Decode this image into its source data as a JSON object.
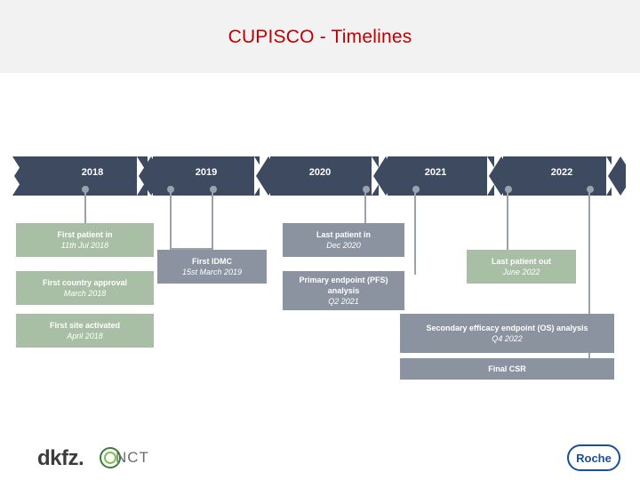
{
  "slide": {
    "title": "CUPISCO - Timelines"
  },
  "timeline": {
    "years": [
      {
        "label": "2018"
      },
      {
        "label": "2019"
      },
      {
        "label": "2020"
      },
      {
        "label": "2021"
      },
      {
        "label": "2022"
      }
    ]
  },
  "milestones": [
    {
      "title": "First patient in",
      "sub": "11th Jul 2018",
      "color": "green"
    },
    {
      "title": "First country approval",
      "sub": "March 2018",
      "color": "green"
    },
    {
      "title": "First site activated",
      "sub": "April 2018",
      "color": "green"
    },
    {
      "title": "First IDMC",
      "sub": "15st March 2019",
      "color": "gray"
    },
    {
      "title": "Last patient in",
      "sub": "Dec 2020",
      "color": "gray"
    },
    {
      "title": "Primary endpoint (PFS) analysis",
      "sub": "Q2 2021",
      "color": "gray"
    },
    {
      "title": "Last patient out",
      "sub": "June 2022",
      "color": "green"
    },
    {
      "title": "Secondary efficacy endpoint (OS) analysis",
      "sub": "Q4 2022",
      "color": "gray"
    },
    {
      "title": "Final CSR",
      "sub": "",
      "color": "gray"
    }
  ],
  "footer": {
    "dkfz_label": "dkfz.",
    "nci_label": "NCT",
    "roche_label": "Roche"
  },
  "colors": {
    "title": "#c00000",
    "chevron": "#3d4a5f",
    "green_box": "#a8bfa6",
    "gray_box": "#8b93a0",
    "connector": "#9aa3ad",
    "band": "#f2f2f2"
  }
}
